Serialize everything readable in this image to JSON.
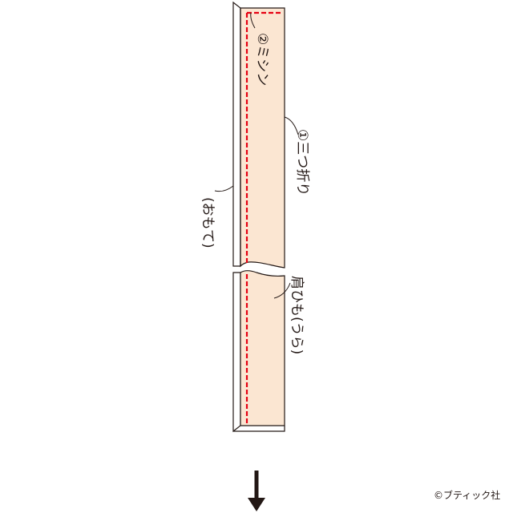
{
  "colors": {
    "fabric": "#fbe6d2",
    "stitch": "#e60012",
    "outline": "#231815",
    "fold_shadow": "#ffffff"
  },
  "labels": {
    "fold": "①三つ折り",
    "stitch": "②ミシン",
    "face": "(おもて)",
    "strap": "肩ひも(うら)"
  },
  "credit": "©ブティック社",
  "icons": {
    "next_step": "down-arrow-icon"
  }
}
